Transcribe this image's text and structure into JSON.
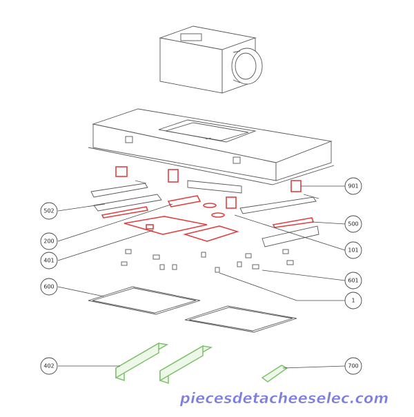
{
  "diagram": {
    "callouts": {
      "c901": "901",
      "c502": "502",
      "c500": "500",
      "c200": "200",
      "c101": "101",
      "c401": "401",
      "c601": "601",
      "c600": "600",
      "c1": "1",
      "c402": "402",
      "c700": "700"
    },
    "watermark": "piecesdetacheeselec.com"
  },
  "colors": {
    "outline": "#555555",
    "highlight_red": "#e04040",
    "highlight_green": "#7cc06a",
    "watermark_fill": "#7d7fe0"
  }
}
